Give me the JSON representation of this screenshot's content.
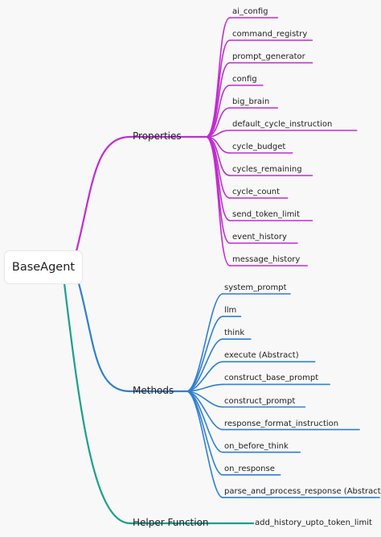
{
  "root": {
    "label": "BaseAgent"
  },
  "branches": [
    {
      "label": "Properties",
      "color": "#c02ccf",
      "items": [
        "ai_config",
        "command_registry",
        "prompt_generator",
        "config",
        "big_brain",
        "default_cycle_instruction",
        "cycle_budget",
        "cycles_remaining",
        "cycle_count",
        "send_token_limit",
        "event_history",
        "message_history"
      ]
    },
    {
      "label": "Methods",
      "color": "#2f7fd0",
      "items": [
        "system_prompt",
        "llm",
        "think",
        "execute (Abstract)",
        "construct_base_prompt",
        "construct_prompt",
        "response_format_instruction",
        "on_before_think",
        "on_response",
        "parse_and_process_response (Abstract)"
      ]
    },
    {
      "label": "Helper Function",
      "color": "#19a08a",
      "items": [
        "add_history_upto_token_limit"
      ]
    }
  ]
}
